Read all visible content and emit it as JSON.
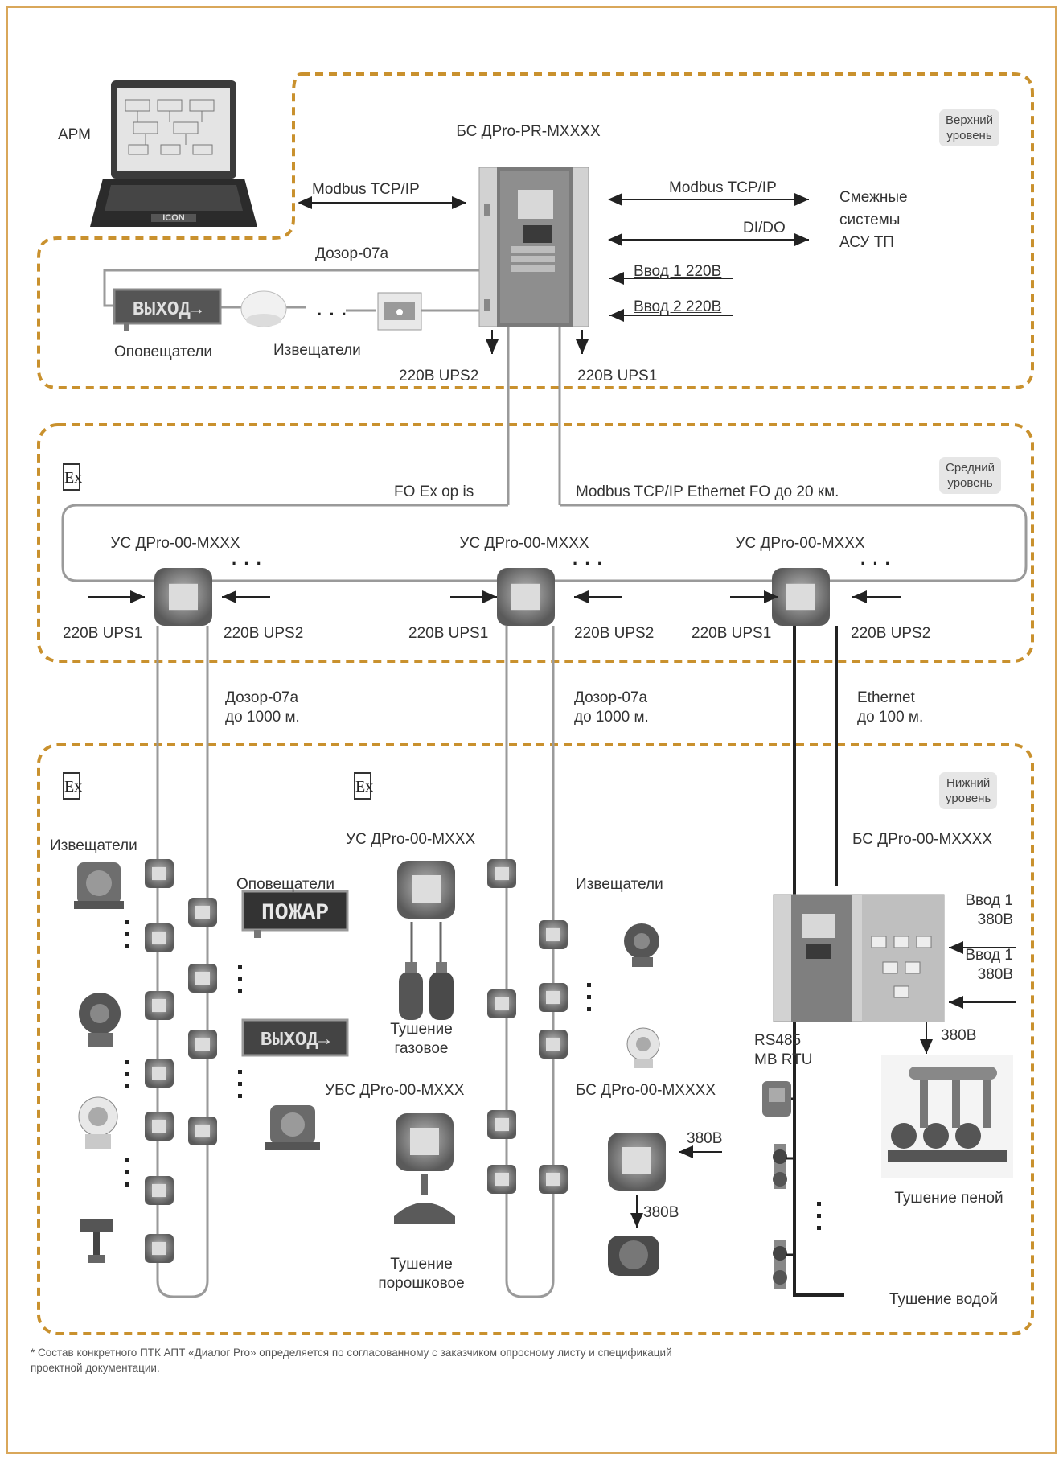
{
  "levels": {
    "upper": "Верхний\nуровень",
    "middle": "Средний\nуровень",
    "lower": "Нижний\nуровень"
  },
  "ex_mark": "Ex",
  "top": {
    "arm": "АРМ",
    "main_unit": "БС ДPro-PR-MXXXX",
    "modbus_left": "Modbus TCP/IP",
    "modbus_right": "Modbus TCP/IP",
    "dido": "DI/DO",
    "adjacent": "Смежные\nсистемы\nАСУ ТП",
    "dozor": "Дозор-07а",
    "input1": "Ввод 1 220В",
    "input2": "Ввод 2 220В",
    "notifiers": "Оповещатели",
    "detectors": "Извещатели",
    "ups2": "220В  UPS2",
    "ups1": "220В  UPS1",
    "sign_exit": "ВЫХОД→",
    "laptop_brand": "ICON"
  },
  "middle": {
    "fo_ex": "FO Ex op is",
    "modbus_fo": "Modbus TCP/IP Ethernet FO до 20 км.",
    "units": [
      {
        "name": "УС ДPro-00-MXXX",
        "left": "220В  UPS1",
        "right": "220В  UPS2"
      },
      {
        "name": "УС ДPro-00-MXXX",
        "left": "220В  UPS1",
        "right": "220В  UPS2"
      },
      {
        "name": "УС ДPro-00-MXXX",
        "left": "220В  UPS1",
        "right": "220В  UPS2"
      }
    ],
    "link1": "Дозор-07а\nдо 1000 м.",
    "link2": "Дозор-07а\nдо 1000 м.",
    "link3": "Ethernet\nдо 100 м."
  },
  "lower": {
    "detectors_left": "Извещатели",
    "notifiers": "Оповещатели",
    "sign_fire": "ПОЖАР",
    "sign_exit": "ВЫХОД→",
    "us_unit": "УС ДPro-00-MXXX",
    "gas": "Тушение\nгазовое",
    "detectors_mid": "Извещатели",
    "ubs_unit": "УБС ДPro-00-MXXX",
    "powder": "Тушение\nпорошковое",
    "bs_unit_mid": "БС ДPro-00-MXXXX",
    "v380_a": "380В",
    "v380_b": "380В",
    "bs_unit_right": "БС ДPro-00-MXXXX",
    "input1": "Ввод 1\n380В",
    "input2": "Ввод 1\n380В",
    "v380_c": "380В",
    "rs485": "RS485\nMB RTU",
    "foam": "Тушение пеной",
    "water": "Тушение водой"
  },
  "footnote": "* Состав конкретного ПТК АПТ «Диалог Pro» определяется по согласованному с заказчиком опросному листу и спецификаций\n  проектной документации.",
  "colors": {
    "border": "#d9a75a",
    "dash": "#c9912e",
    "line": "#9a9a9a",
    "badge": "#e6e6e6"
  }
}
